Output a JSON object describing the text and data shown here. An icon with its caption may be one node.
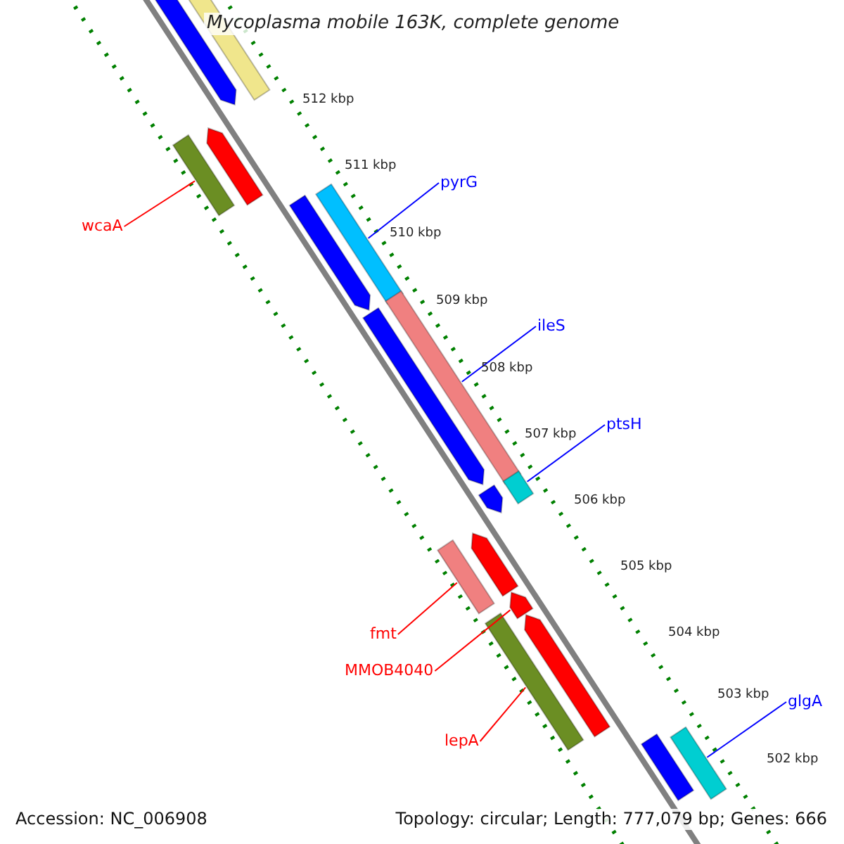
{
  "diagram": {
    "title": "Mycoplasma mobile 163K, complete genome",
    "nodes": [
      {
        "text": [],
        "shape": "bar"
      },
      {
        "text": [],
        "shape": "bar"
      },
      {
        "text": [],
        "shape": "bar"
      },
      {
        "text": [],
        "shape": "bar"
      },
      {
        "text": [
          "wcaA"
        ]
      },
      {
        "text": [],
        "shape": "bar"
      },
      {
        "text": [
          "pyrG"
        ]
      },
      {
        "text": [],
        "shape": "bar"
      },
      {
        "text": [],
        "shape": "bar"
      },
      {
        "text": [],
        "shape": "bar"
      },
      {
        "text": [
          "ileS"
        ]
      },
      {
        "text": [
          "ptsH"
        ]
      },
      {
        "text": [],
        "shape": "bar"
      },
      {
        "text": [],
        "shape": "bar"
      },
      {
        "text": [],
        "shape": "bar"
      },
      {
        "text": [],
        "shape": "bar"
      },
      {
        "text": [
          "fmt"
        ]
      },
      {
        "text": [],
        "shape": "bar"
      },
      {
        "text": [
          "MMOB4040"
        ]
      },
      {
        "text": [],
        "shape": "bar"
      },
      {
        "text": [],
        "shape": "bar"
      },
      {
        "text": [
          "lepA"
        ]
      },
      {
        "text": [
          "glgA"
        ]
      },
      {
        "text": [],
        "shape": "bar"
      },
      {
        "text": [],
        "shape": "bar"
      }
    ],
    "edges": [
      {
        "from": 4,
        "to": 3,
        "arrow": "none",
        "color": "#ff0000"
      },
      {
        "from": 6,
        "to": 5,
        "arrow": "none",
        "color": "#0000ff"
      },
      {
        "from": 10,
        "to": 8,
        "arrow": "none",
        "color": "#0000ff"
      },
      {
        "from": 11,
        "to": 12,
        "arrow": "none",
        "color": "#0000ff"
      },
      {
        "from": 16,
        "to": 14,
        "arrow": "none",
        "color": "#ff0000"
      },
      {
        "from": 18,
        "to": 17,
        "arrow": "none",
        "color": "#ff0000"
      },
      {
        "from": 21,
        "to": 20,
        "arrow": "none",
        "color": "#ff0000"
      },
      {
        "from": 22,
        "to": 23,
        "arrow": "none",
        "color": "#0000ff"
      }
    ],
    "labels": [
      "512 kbp",
      "511 kbp",
      "510 kbp",
      "509 kbp",
      "508 kbp",
      "507 kbp",
      "506 kbp",
      "505 kbp",
      "504 kbp",
      "503 kbp",
      "502 kbp",
      "Accession: NC_006908",
      "Topology: circular; Length: 777,079 bp; Genes: 666"
    ]
  }
}
